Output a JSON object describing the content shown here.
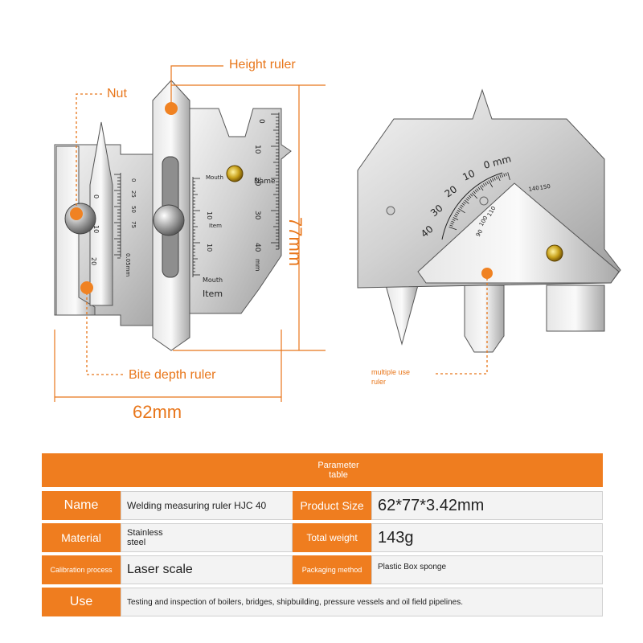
{
  "labels": {
    "height_ruler": "Height ruler",
    "nut": "Nut",
    "bite_depth_ruler": "Bite depth ruler",
    "width": "62mm",
    "height": "77mm",
    "multiple_use_ruler": "multiple use ruler"
  },
  "gauge_markings": {
    "mouth": "Mouth",
    "item": "Item",
    "name": "Name",
    "mm": "mm",
    "zero_mm": "0 mm",
    "vertical_scale": [
      "0",
      "10",
      "20",
      "30",
      "40"
    ],
    "small_scale": [
      "0",
      "25",
      "50",
      "75",
      "0.05mm"
    ],
    "angle_numbers": [
      "90",
      "100",
      "110",
      "140",
      "150"
    ],
    "bite_numbers": [
      "0",
      "10",
      "20"
    ]
  },
  "table": {
    "title": "Parameter table",
    "rows": [
      {
        "key1": "Name",
        "val1": "Welding measuring ruler HJC 40",
        "key2": "Product Size",
        "val2": "62*77*3.42mm"
      },
      {
        "key1": "Material",
        "val1": "Stainless steel",
        "key2": "Total weight",
        "val2": "143g"
      },
      {
        "key1": "Calibration process",
        "val1": "Laser scale",
        "key2": "Packaging method",
        "val2": "Plastic Box sponge"
      }
    ],
    "use_key": "Use",
    "use_value": "Testing and inspection of boilers, bridges, shipbuilding, pressure vessels and oil field pipelines."
  }
}
